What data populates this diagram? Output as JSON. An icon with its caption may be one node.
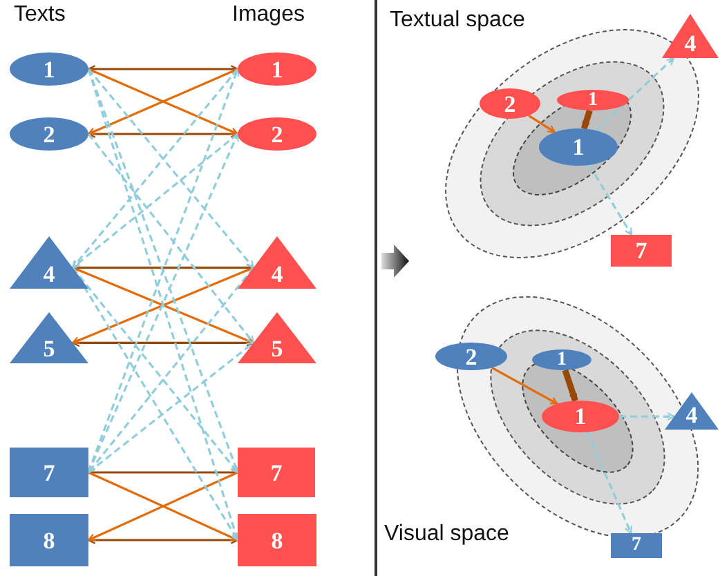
{
  "diagram": {
    "nodes": [
      {
        "text": [
          "1"
        ]
      },
      {
        "text": [
          "2"
        ]
      },
      {
        "text": [
          "4"
        ]
      },
      {
        "text": [
          "5"
        ]
      },
      {
        "text": [
          "7"
        ]
      },
      {
        "text": [
          "8"
        ]
      },
      {
        "text": [
          "1"
        ]
      },
      {
        "text": [
          "2"
        ]
      },
      {
        "text": [
          "4"
        ]
      },
      {
        "text": [
          "5"
        ]
      },
      {
        "text": [
          "7"
        ]
      },
      {
        "text": [
          "8"
        ]
      },
      {
        "text": [
          "2"
        ]
      },
      {
        "text": [
          "1"
        ]
      },
      {
        "text": [
          "1"
        ]
      },
      {
        "text": [
          "4"
        ]
      },
      {
        "text": [
          "7"
        ]
      },
      {
        "text": [
          "2"
        ]
      },
      {
        "text": [
          "1"
        ]
      },
      {
        "text": [
          "1"
        ]
      },
      {
        "text": [
          "4"
        ]
      },
      {
        "text": [
          "7"
        ]
      }
    ],
    "edges": [
      {
        "from": 0,
        "to": 6,
        "arrow": "both",
        "color": "#984807"
      },
      {
        "from": 1,
        "to": 7,
        "arrow": "both",
        "color": "#984807"
      },
      {
        "from": 2,
        "to": 8,
        "arrow": "both",
        "color": "#984807"
      },
      {
        "from": 3,
        "to": 9,
        "arrow": "both",
        "color": "#984807"
      },
      {
        "from": 4,
        "to": 10,
        "arrow": "both",
        "color": "#984807"
      },
      {
        "from": 5,
        "to": 11,
        "arrow": "both",
        "color": "#984807"
      },
      {
        "from": 0,
        "to": 7,
        "arrow": "to",
        "color": "#e36c09"
      },
      {
        "from": 6,
        "to": 1,
        "arrow": "to",
        "color": "#e36c09"
      },
      {
        "from": 2,
        "to": 9,
        "arrow": "to",
        "color": "#e36c09"
      },
      {
        "from": 8,
        "to": 3,
        "arrow": "to",
        "color": "#e36c09"
      },
      {
        "from": 4,
        "to": 11,
        "arrow": "to",
        "color": "#e36c09"
      },
      {
        "from": 10,
        "to": 5,
        "arrow": "to",
        "color": "#e36c09"
      },
      {
        "from": 0,
        "to": 8,
        "arrow": "to",
        "style": "dashed"
      },
      {
        "from": 0,
        "to": 10,
        "arrow": "to",
        "style": "dashed"
      },
      {
        "from": 0,
        "to": 11,
        "arrow": "to",
        "style": "dashed"
      },
      {
        "from": 6,
        "to": 2,
        "arrow": "to",
        "style": "dashed"
      },
      {
        "from": 7,
        "to": 2,
        "arrow": "to",
        "style": "dashed"
      },
      {
        "from": 2,
        "to": 10,
        "arrow": "to",
        "style": "dashed"
      },
      {
        "from": 2,
        "to": 11,
        "arrow": "to",
        "style": "dashed"
      },
      {
        "from": 4,
        "to": 6,
        "arrow": "to",
        "style": "dashed"
      },
      {
        "from": 4,
        "to": 7,
        "arrow": "to",
        "style": "dashed"
      },
      {
        "from": 4,
        "to": 9,
        "arrow": "to",
        "style": "dashed"
      },
      {
        "from": 1,
        "to": 9,
        "arrow": "to",
        "style": "dashed"
      },
      {
        "from": 8,
        "to": 4,
        "arrow": "to",
        "style": "dashed"
      },
      {
        "from": 12,
        "to": 14,
        "arrow": "to",
        "color": "#e36c09"
      },
      {
        "from": 13,
        "to": 14,
        "arrow": "to",
        "color": "#984807",
        "style": "thick"
      },
      {
        "from": 14,
        "to": 15,
        "arrow": "to",
        "style": "dashed"
      },
      {
        "from": 14,
        "to": 16,
        "arrow": "to",
        "style": "dashed"
      },
      {
        "from": 17,
        "to": 19,
        "arrow": "to",
        "color": "#e36c09"
      },
      {
        "from": 18,
        "to": 19,
        "arrow": "to",
        "color": "#984807",
        "style": "thick"
      },
      {
        "from": 19,
        "to": 20,
        "arrow": "to",
        "style": "dashed"
      },
      {
        "from": 19,
        "to": 21,
        "arrow": "to",
        "style": "dashed"
      }
    ],
    "labels": [
      "Texts",
      "Images",
      "Textual space",
      "Visual space"
    ]
  }
}
